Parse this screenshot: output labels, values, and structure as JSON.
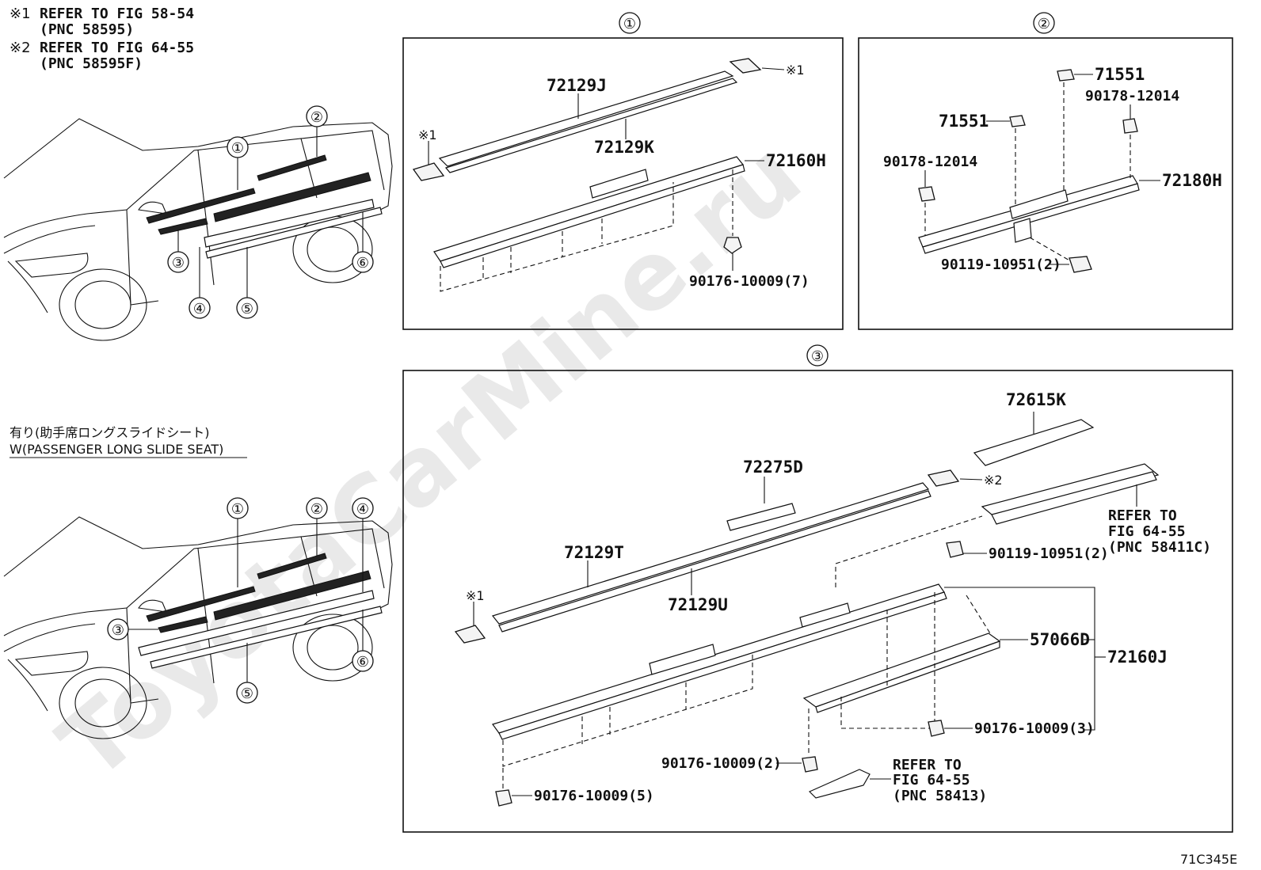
{
  "notes": {
    "note1_mark": "※1",
    "note1_line1": "REFER TO FIG 58-54",
    "note1_line2": "(PNC 58595)",
    "note2_mark": "※2",
    "note2_line1": "REFER TO FIG 64-55",
    "note2_line2": "(PNC 58595F)"
  },
  "variant": {
    "jp_label": "有り(助手席ロングスライドシート)",
    "en_label": "W(PASSENGER LONG SLIDE SEAT)"
  },
  "callouts": {
    "c1": "①",
    "c2": "②",
    "c3": "③",
    "c4": "④",
    "c5": "⑤",
    "c6": "⑥"
  },
  "watermark": "ToyotaCarMine.ru",
  "panel1": {
    "title": "①",
    "parts": [
      "72129J",
      "72129K",
      "72160H",
      "90176-10009(7)"
    ],
    "ref1": "※1",
    "ref1b": "※1"
  },
  "panel2": {
    "title": "②",
    "parts": [
      "71551",
      "90178-12014",
      "71551",
      "90178-12014",
      "72180H",
      "90119-10951(2)"
    ]
  },
  "panel3": {
    "title": "③",
    "parts": [
      "72615K",
      "72275D",
      "72129T",
      "72129U",
      "90119-10951(2)",
      "57066D",
      "72160J",
      "90176-10009(3)",
      "90176-10009(2)",
      "90176-10009(5)"
    ],
    "ref1": "※1",
    "ref2": "※2",
    "refer_a": [
      "REFER TO",
      "FIG 64-55",
      "(PNC 58411C)"
    ],
    "refer_b": [
      "REFER TO",
      "FIG 64-55",
      "(PNC 58413)"
    ]
  },
  "figure_code": "71C345E"
}
